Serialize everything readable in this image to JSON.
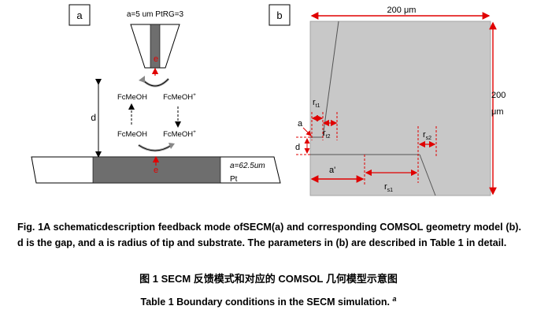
{
  "panel_a": {
    "label": "a",
    "tip_params": "a=5 um PtRG=3",
    "e_tip": "e",
    "e_sub": "e",
    "fcmeoh_top_left": "FcMeOH",
    "fcmeoh_top_right": "FcMeOH",
    "fcmeoh_bottom_left": "FcMeOH",
    "fcmeoh_bottom_right": "FcMeOH",
    "plus": "+",
    "gap_label": "d",
    "substrate_radius": "a=62.5um",
    "substrate_material": "Pt"
  },
  "panel_b": {
    "label": "b",
    "width_label": "200 μm",
    "height_label_1": "200",
    "height_label_2": "μm",
    "rt1_main": "r",
    "rt1_sub": "t1",
    "rt2_main": "r",
    "rt2_sub": "t2",
    "rs1_main": "r",
    "rs1_sub": "s1",
    "rs2_main": "r",
    "rs2_sub": "s2",
    "a_label": "a",
    "d_label": "d",
    "a_prime_label": "a'"
  },
  "caption": {
    "text": "Fig. 1A schematicdescription feedback mode ofSECM(a) and corresponding COMSOL geometry model (b). d is the gap, and a is radius of tip and substrate. The parameters in (b) are described in Table 1 in detail.",
    "cn_text": "图 1 SECM 反馈模式和对应的 COMSOL 几何模型示意图"
  },
  "table_title": {
    "text": "Table 1 Boundary conditions in the SECM simulation.",
    "footnote_marker": "a"
  },
  "colors": {
    "grey_dark": "#707070",
    "grey_light": "#c8c8c8",
    "red": "#e00000"
  }
}
